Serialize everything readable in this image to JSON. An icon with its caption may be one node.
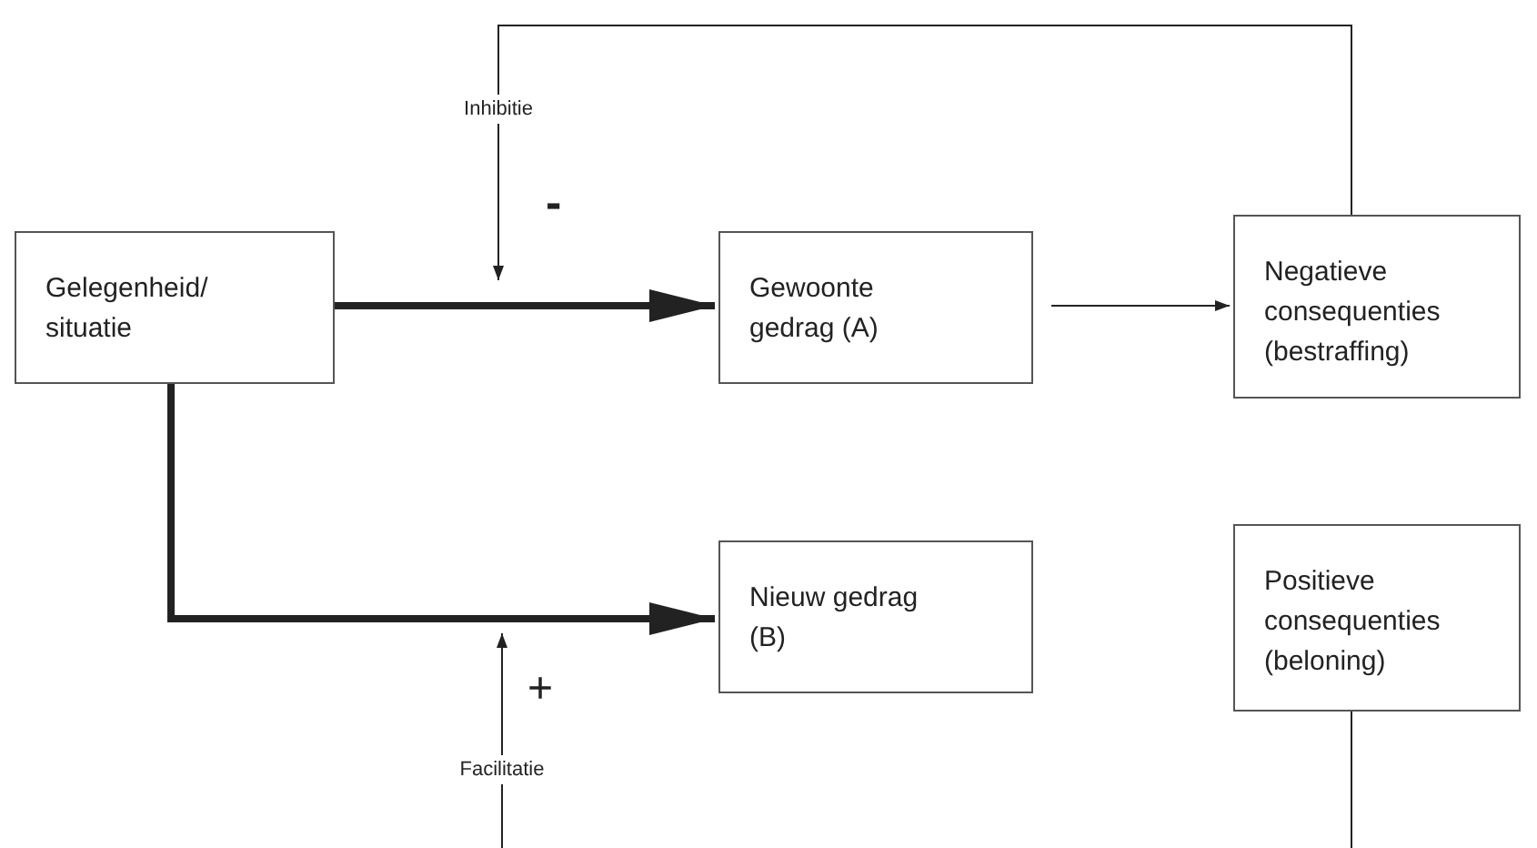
{
  "diagram": {
    "nodes": [
      {
        "text": [
          "Gelegenheid/ situatie"
        ]
      },
      {
        "text": [
          "Gewoonte gedrag (A)"
        ]
      },
      {
        "text": [
          "Negatieve consequenties (bestraffing)"
        ]
      },
      {
        "text": [
          "Nieuw gedrag (B)"
        ]
      },
      {
        "text": [
          "Positieve consequenties (beloning)"
        ]
      },
      {
        "text": [
          "Inhibitie"
        ]
      },
      {
        "text": [
          "Facilitatie"
        ]
      }
    ],
    "edges": [
      {
        "from": 0,
        "to": 1,
        "arrow": "to",
        "style": "thick"
      },
      {
        "from": 0,
        "to": 3,
        "arrow": "to",
        "style": "thick"
      },
      {
        "from": 1,
        "to": 2,
        "arrow": "to"
      },
      {
        "from": 2,
        "to": 5,
        "arrow": "none"
      },
      {
        "from": 5,
        "to": null,
        "arrow": "to"
      },
      {
        "from": 4,
        "to": null,
        "arrow": "none"
      },
      {
        "from": null,
        "to": 6,
        "arrow": "none"
      },
      {
        "from": 6,
        "to": null,
        "arrow": "to"
      }
    ],
    "labels": [
      "-",
      "+"
    ]
  }
}
